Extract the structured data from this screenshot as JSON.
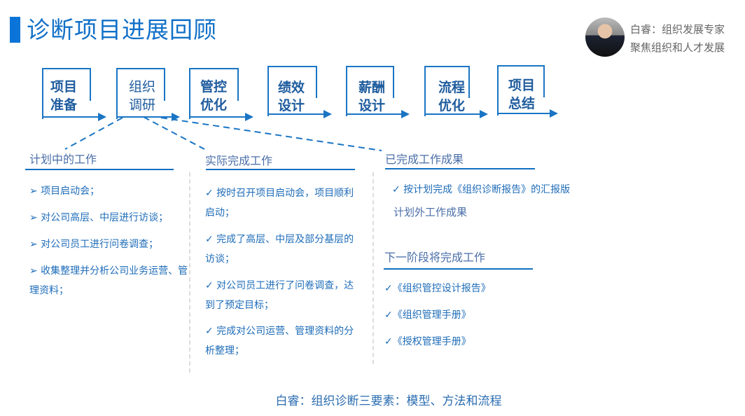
{
  "title": "诊断项目进展回顾",
  "presenter": {
    "line1": "白睿：组织发展专家",
    "line2": "聚焦组织和人才发展"
  },
  "stages": [
    {
      "line1": "项目",
      "line2": "准备"
    },
    {
      "line1": "组织",
      "line2": "调研"
    },
    {
      "line1": "管控",
      "line2": "优化"
    },
    {
      "line1": "绩效",
      "line2": "设计"
    },
    {
      "line1": "薪酬",
      "line2": "设计"
    },
    {
      "line1": "流程",
      "line2": "优化"
    },
    {
      "line1": "项目",
      "line2": "总结"
    }
  ],
  "planned": {
    "heading": "计划中的工作",
    "items": [
      "➢ 项目启动会；",
      "➢ 对公司高层、中层进行访谈；",
      "➢ 对公司员工进行问卷调查；",
      "➢ 收集整理并分析公司业务运营、管理资料；"
    ]
  },
  "actual": {
    "heading": "实际完成工作",
    "items": [
      "✓ 按时召开项目启动会，项目顺利启动；",
      "✓ 完成了高层、中层及部分基层的访谈；",
      "✓ 对公司员工进行了问卷调查，达到了预定目标；",
      "✓ 完成对公司运营、管理资料的分析整理；"
    ]
  },
  "results": {
    "heading": "已完成工作成果",
    "items": [
      "✓ 按计划完成《组织诊断报告》的汇报版"
    ],
    "extra": "计划外工作成果"
  },
  "next": {
    "heading": "下一阶段将完成工作",
    "items": [
      "✓《组织管控设计报告》",
      "✓《组织管理手册》",
      "✓《授权管理手册》"
    ]
  },
  "footer": "白睿：组织诊断三要素：模型、方法和流程",
  "colors": {
    "accent": "#1170c8",
    "text": "#1e6cb8"
  }
}
